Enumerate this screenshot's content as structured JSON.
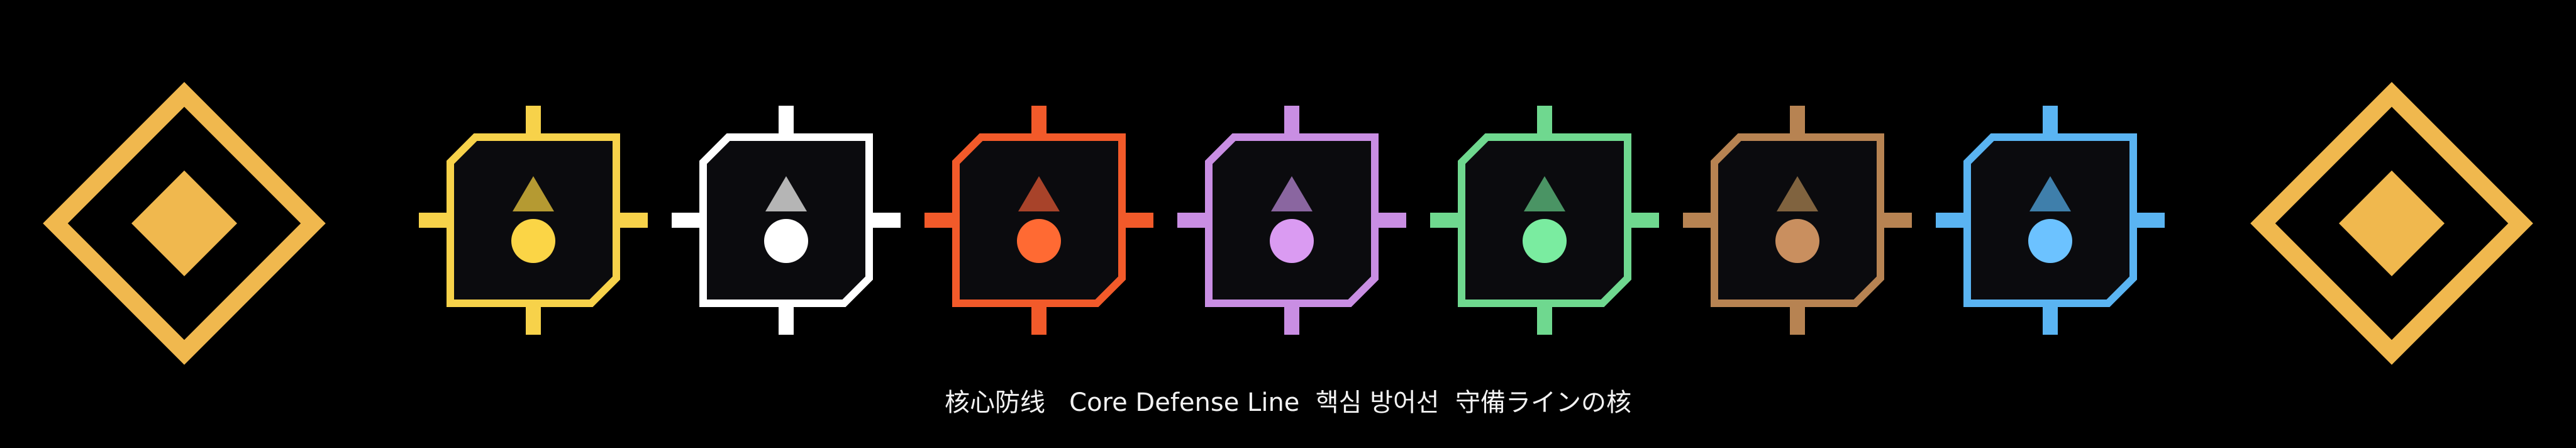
{
  "caption": "核心防线   Core Defense Line  핵심 방어선  守備ラインの核",
  "corner_emblem_color": "#f0b84e",
  "tiles": [
    {
      "id": "yellow",
      "frame": "#f7d24a",
      "triangle": "#b59a32",
      "dot": "#fbd546"
    },
    {
      "id": "white",
      "frame": "#ffffff",
      "triangle": "#b5b5b5",
      "dot": "#ffffff"
    },
    {
      "id": "orange",
      "frame": "#f25a2a",
      "triangle": "#a8432a",
      "dot": "#ff6a33"
    },
    {
      "id": "purple",
      "frame": "#c98ee3",
      "triangle": "#8a66a0",
      "dot": "#da9bf2"
    },
    {
      "id": "green",
      "frame": "#6fd88f",
      "triangle": "#4a9464",
      "dot": "#7aeca0"
    },
    {
      "id": "brown",
      "frame": "#b78352",
      "triangle": "#80633f",
      "dot": "#c98f5f"
    },
    {
      "id": "blue",
      "frame": "#5ab4f2",
      "triangle": "#3f7fab",
      "dot": "#6cc2ff"
    }
  ],
  "tile_interior": "#0b0b0e",
  "icons": {
    "tile": "defense-node-icon",
    "triangle": "triangle-up-icon",
    "dot": "circle-dot-icon",
    "emblem": "diamond-emblem-icon"
  }
}
